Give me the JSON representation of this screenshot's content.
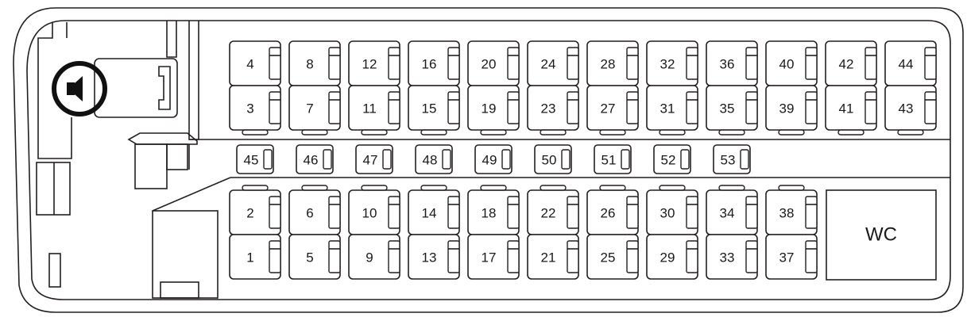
{
  "layout_labels": {
    "toilet": "WC"
  },
  "seats": {
    "upper_window_row": [
      "4",
      "8",
      "12",
      "16",
      "20",
      "24",
      "28",
      "32",
      "36",
      "40",
      "42",
      "44"
    ],
    "upper_aisle_row": [
      "3",
      "7",
      "11",
      "15",
      "19",
      "23",
      "27",
      "31",
      "35",
      "39",
      "41",
      "43"
    ],
    "aisle_jump_seats": [
      "45",
      "46",
      "47",
      "48",
      "49",
      "50",
      "51",
      "52",
      "53"
    ],
    "lower_aisle_row": [
      "2",
      "6",
      "10",
      "14",
      "18",
      "22",
      "26",
      "30",
      "34",
      "38"
    ],
    "lower_window_row": [
      "1",
      "5",
      "9",
      "13",
      "17",
      "21",
      "25",
      "29",
      "33",
      "37"
    ]
  },
  "icons": {
    "steering": "steering-wheel-icon"
  },
  "colors": {
    "line": "#231f20",
    "background": "#ffffff"
  }
}
